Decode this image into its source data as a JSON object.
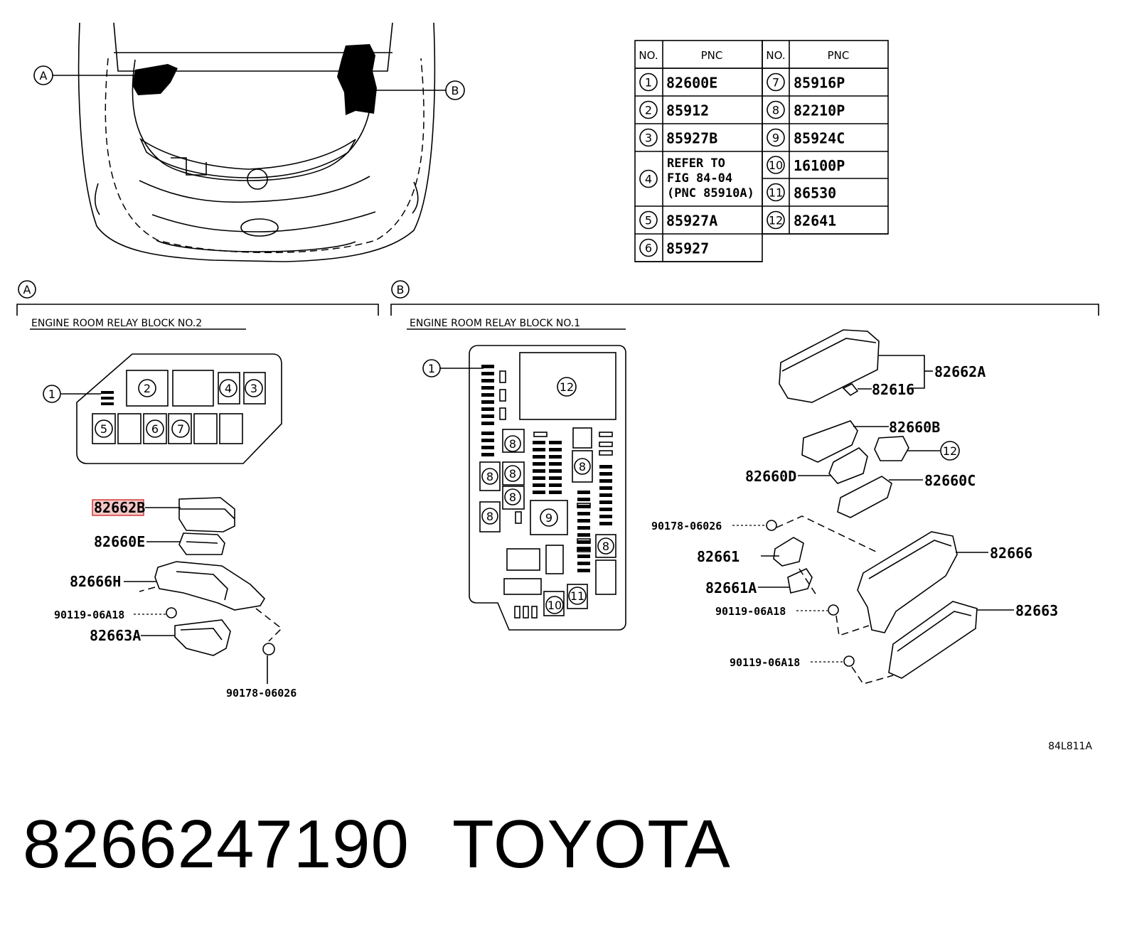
{
  "table": {
    "headers": [
      "NO.",
      "PNC",
      "NO.",
      "PNC"
    ],
    "left": [
      {
        "no": "1",
        "pnc": "82600E"
      },
      {
        "no": "2",
        "pnc": "85912"
      },
      {
        "no": "3",
        "pnc": "85927B"
      },
      {
        "no": "4",
        "pnc_lines": [
          "REFER TO",
          "FIG 84-04",
          "(PNC 85910A)"
        ]
      },
      {
        "no": "5",
        "pnc": "85927A"
      },
      {
        "no": "6",
        "pnc": "85927"
      }
    ],
    "right": [
      {
        "no": "7",
        "pnc": "85916P"
      },
      {
        "no": "8",
        "pnc": "82210P"
      },
      {
        "no": "9",
        "pnc": "85924C"
      },
      {
        "no": "10",
        "pnc": "16100P"
      },
      {
        "no": "11",
        "pnc": "86530"
      },
      {
        "no": "12",
        "pnc": "82641"
      }
    ]
  },
  "overview": {
    "callout_a": "A",
    "callout_b": "B"
  },
  "section_a": {
    "marker": "A",
    "title": "ENGINE ROOM RELAY BLOCK NO.2",
    "block_callouts": [
      "1",
      "2",
      "4",
      "3",
      "5",
      "6",
      "7"
    ],
    "parts": {
      "highlighted": "82662B",
      "p2": "82660E",
      "p3": "82666H",
      "p4": "90119-06A18",
      "p5": "82663A",
      "p6": "90178-06026"
    }
  },
  "section_b": {
    "marker": "B",
    "title": "ENGINE ROOM RELAY BLOCK NO.1",
    "block_callouts": {
      "c1": "1",
      "c12": "12",
      "c8": "8",
      "c9": "9",
      "c10": "10",
      "c11": "11"
    },
    "parts": {
      "p1": "82662A",
      "p2": "82616",
      "p3": "82660B",
      "p4": "12",
      "p5": "82660D",
      "p6": "82660C",
      "p7": "90178-06026",
      "p8": "82666",
      "p9": "82661",
      "p10": "82661A",
      "p11": "90119-06A18",
      "p12": "82663",
      "p13": "90119-06A18"
    }
  },
  "figure_code": "84L811A",
  "footer": {
    "part_number": "8266247190",
    "brand": "TOYOTA"
  },
  "colors": {
    "highlight_fill": "#f4c7c7",
    "highlight_stroke": "#d23b3b"
  }
}
